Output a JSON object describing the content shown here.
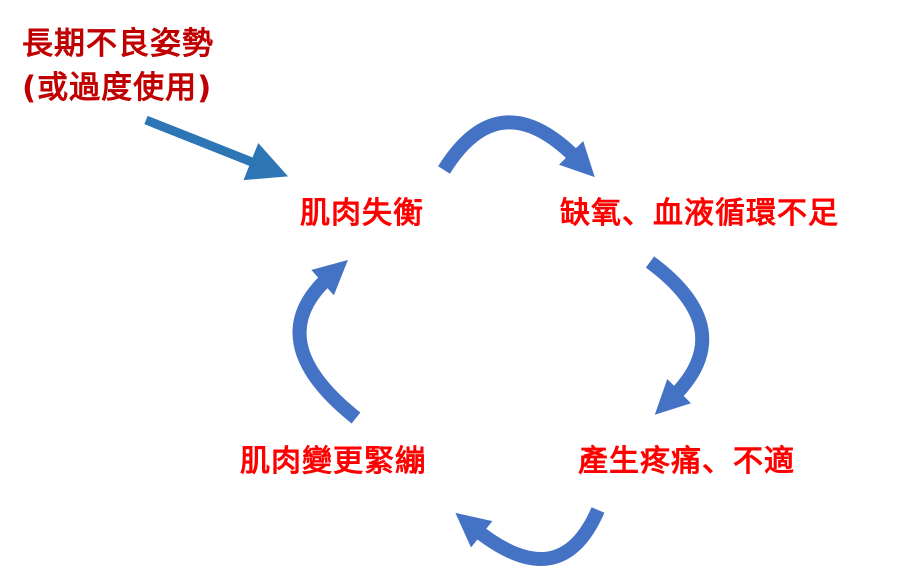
{
  "cause": {
    "line1": "長期不良姿勢",
    "line2": "(或過度使用)"
  },
  "cycle": {
    "nodes": [
      "肌肉失衡",
      "缺氧、血液循環不足",
      "產生疼痛、不適",
      "肌肉變更緊繃"
    ]
  },
  "colors": {
    "cause_text": "#c00000",
    "node_text": "#ff0000",
    "arrow": "#4472c4",
    "cause_arrow": "#2e75b6"
  }
}
